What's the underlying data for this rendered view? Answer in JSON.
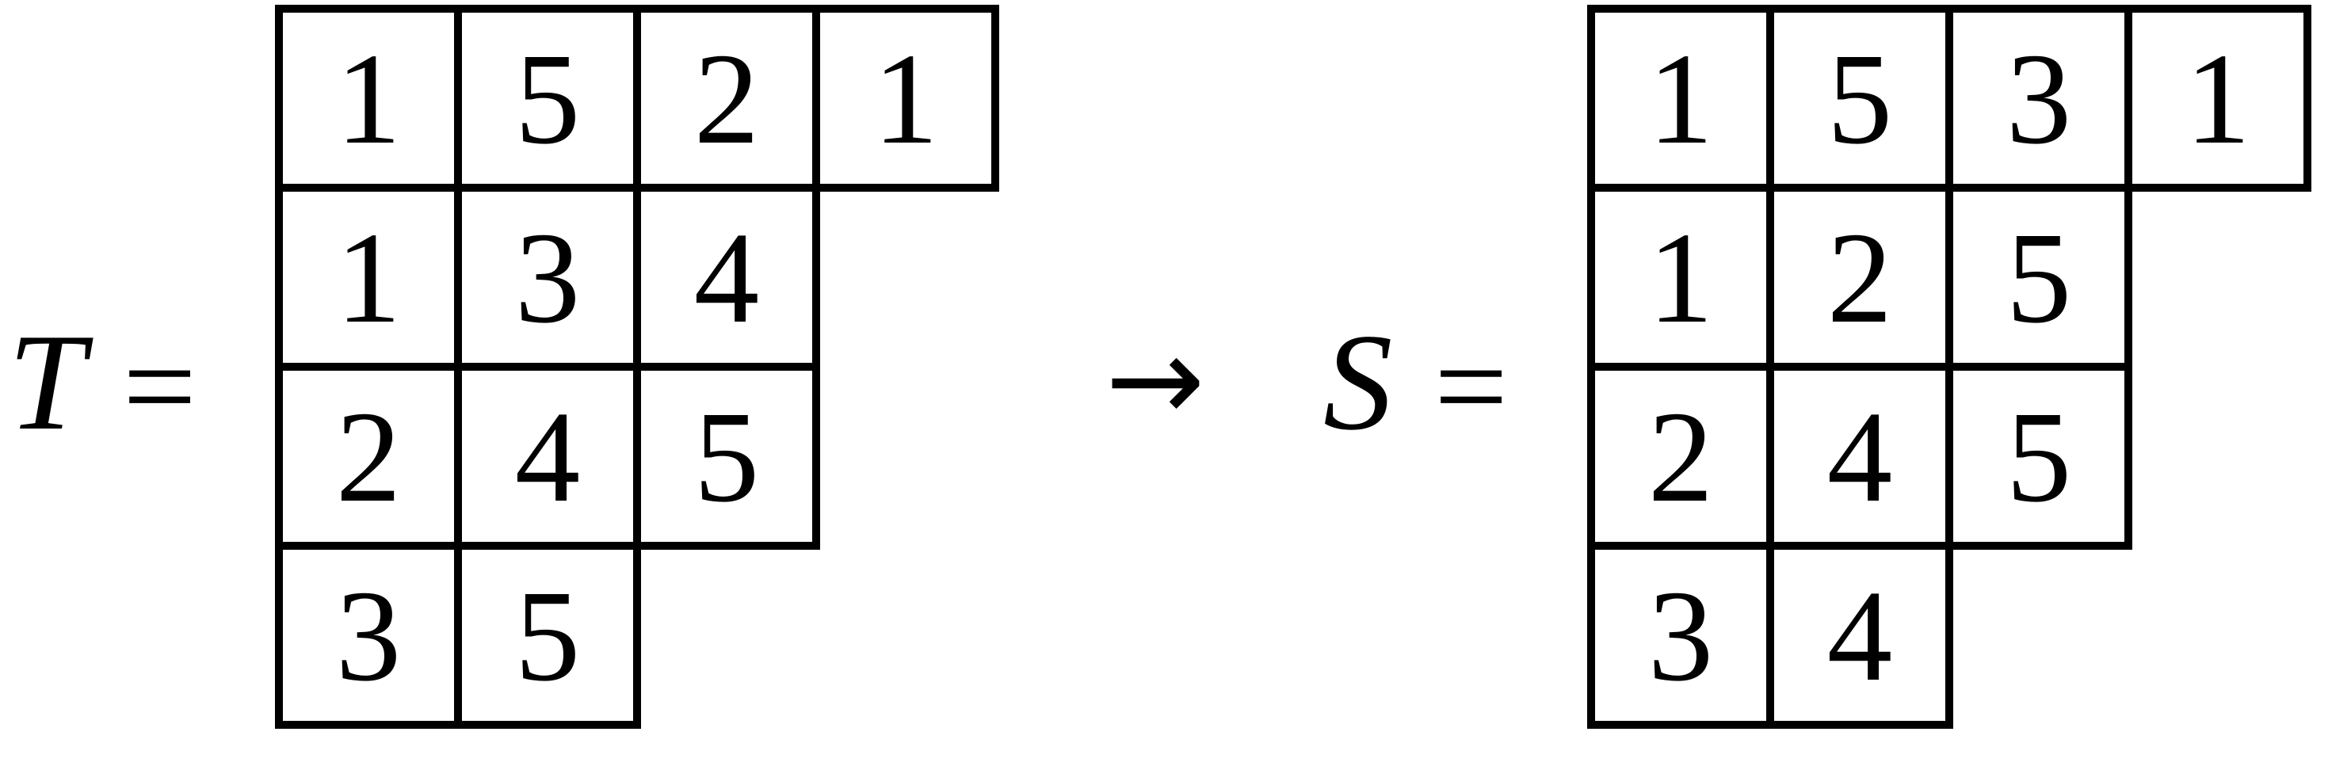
{
  "left": {
    "label": "T",
    "equals": "=",
    "rows": [
      [
        "1",
        "5",
        "2",
        "1"
      ],
      [
        "1",
        "3",
        "4"
      ],
      [
        "2",
        "4",
        "5"
      ],
      [
        "3",
        "5"
      ]
    ]
  },
  "arrow": "→",
  "right": {
    "label": "S",
    "equals": "=",
    "rows": [
      [
        "1",
        "5",
        "3",
        "1"
      ],
      [
        "1",
        "2",
        "5"
      ],
      [
        "2",
        "4",
        "5"
      ],
      [
        "3",
        "4"
      ]
    ]
  }
}
